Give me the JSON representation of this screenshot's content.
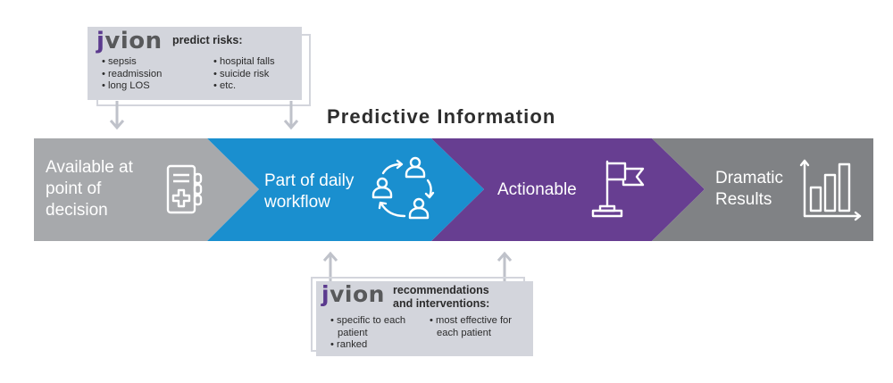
{
  "title": "Predictive Information",
  "top_callout": {
    "logo": "jvion",
    "logo_accent": "j",
    "logo_rest": "vion",
    "heading": "predict risks:",
    "left_items": [
      "sepsis",
      "readmission",
      "long LOS"
    ],
    "right_items": [
      "hospital falls",
      "suicide risk",
      "etc."
    ]
  },
  "bottom_callout": {
    "logo": "jvion",
    "logo_accent": "j",
    "logo_rest": "vion",
    "heading_line1": "recommendations",
    "heading_line2": "and interventions:",
    "left_items": [
      "specific to each patient",
      "ranked"
    ],
    "left_item_1_line1": "specific to each",
    "left_item_1_line2": "patient",
    "right_item_line1": "most effective for",
    "right_item_line2": "each patient"
  },
  "segments": [
    {
      "label_lines": [
        "Available at",
        "point of",
        "decision"
      ],
      "icon": "clipboard-medical-icon",
      "color": "#a7a9ac"
    },
    {
      "label_lines": [
        "Part of daily",
        "workflow"
      ],
      "icon": "people-cycle-icon",
      "color": "#1a8fcf"
    },
    {
      "label_lines": [
        "Actionable"
      ],
      "icon": "flag-icon",
      "color": "#673e91"
    },
    {
      "label_lines": [
        "Dramatic",
        "Results"
      ],
      "icon": "bar-chart-icon",
      "color": "#808285"
    }
  ],
  "colors": {
    "callout_bg": "#d3d5dc",
    "arrow": "#bfc2ca",
    "brand_purple": "#5b3a8e",
    "logo_gray": "#58595b"
  }
}
